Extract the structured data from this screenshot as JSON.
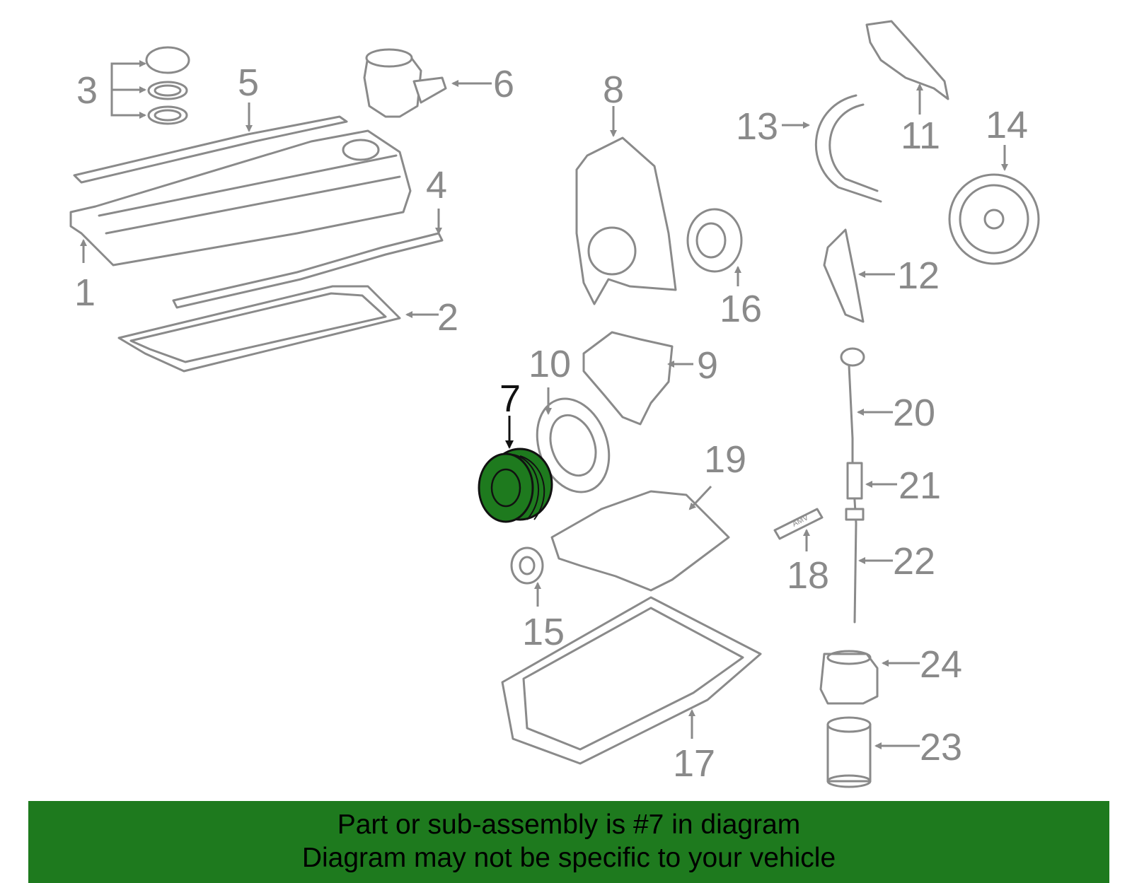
{
  "diagram": {
    "highlighted_callout": "7",
    "highlight_color": "#1e7a1e",
    "part_line_color": "#8a8a8a",
    "callouts": [
      "1",
      "2",
      "3",
      "4",
      "5",
      "6",
      "7",
      "8",
      "9",
      "10",
      "11",
      "12",
      "13",
      "14",
      "15",
      "16",
      "17",
      "18",
      "19",
      "20",
      "21",
      "22",
      "23",
      "24"
    ],
    "tube_label": "AMV"
  },
  "banner": {
    "line1": "Part or sub-assembly is #7 in diagram",
    "line2": "Diagram may not be specific to your vehicle"
  }
}
